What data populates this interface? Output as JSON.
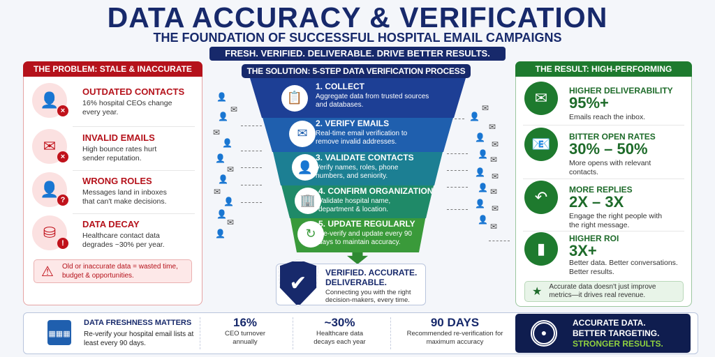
{
  "header": {
    "title": "DATA ACCURACY & VERIFICATION",
    "subtitle": "THE FOUNDATION OF SUCCESSFUL HOSPITAL EMAIL CAMPAIGNS",
    "banner": "FRESH. VERIFIED. DELIVERABLE. DRIVE BETTER RESULTS."
  },
  "problem": {
    "heading": "THE PROBLEM: STALE & INACCURATE DATA",
    "items": [
      {
        "icon": "user-x-icon",
        "title": "OUTDATED CONTACTS",
        "desc": "16% hospital CEOs change every year."
      },
      {
        "icon": "mail-x-icon",
        "title": "INVALID EMAILS",
        "desc": "High bounce rates hurt sender reputation."
      },
      {
        "icon": "user-question-icon",
        "title": "WRONG ROLES",
        "desc": "Messages land in inboxes that can't make decisions."
      },
      {
        "icon": "database-warning-icon",
        "title": "DATA DECAY",
        "desc": "Healthcare contact data degrades ~30% per year."
      }
    ],
    "warning": "Old or inaccurate data = wasted time, budget & opportunities."
  },
  "solution": {
    "heading": "THE SOLUTION: 5-STEP DATA VERIFICATION PROCESS",
    "steps": [
      {
        "icon": "clipboard-icon",
        "title": "1. COLLECT",
        "desc": "Aggregate data from trusted sources and databases.",
        "color": "#1d3f95"
      },
      {
        "icon": "mail-check-icon",
        "title": "2. VERIFY EMAILS",
        "desc": "Real-time email verification to remove invalid addresses.",
        "color": "#1f5fae"
      },
      {
        "icon": "user-check-icon",
        "title": "3. VALIDATE CONTACTS",
        "desc": "Verify names, roles, phone numbers, and seniority.",
        "color": "#1c7f93"
      },
      {
        "icon": "building-check-icon",
        "title": "4. CONFIRM ORGANIZATION",
        "desc": "Validate hospital name, department & location.",
        "color": "#1f8a68"
      },
      {
        "icon": "refresh-icon",
        "title": "5. UPDATE REGULARLY",
        "desc": "Re-verify and update every 90 days to maintain accuracy.",
        "color": "#3a9a3a"
      }
    ],
    "result_title": "VERIFIED. ACCURATE. DELIVERABLE.",
    "result_desc": "Connecting you with the right decision-makers, every time."
  },
  "result": {
    "heading": "THE RESULT: HIGH-PERFORMING CAMPAIGNS",
    "items": [
      {
        "icon": "mail-icon",
        "title": "HIGHER DELIVERABILITY",
        "value": "95%+",
        "desc": "Emails reach the inbox."
      },
      {
        "icon": "open-mail-icon",
        "title": "BITTER OPEN RATES",
        "value": "30% – 50%",
        "desc": "More opens with relevant contacts."
      },
      {
        "icon": "reply-icon",
        "title": "MORE REPLIES",
        "value": "2X – 3X",
        "desc": "Engage the right people with the right message."
      },
      {
        "icon": "bar-chart-icon",
        "title": "HIGHER ROI",
        "value": "3X+",
        "desc": "Better data. Better conversations. Better results."
      }
    ],
    "note": "Accurate data doesn't just improve metrics—it drives real revenue."
  },
  "footer": {
    "fresh_title": "DATA FRESHNESS MATTERS",
    "fresh_desc": "Re-verify your hospital email lists at least every 90 days.",
    "stats": [
      {
        "value": "16%",
        "label": "CEO turnover annually"
      },
      {
        "value": "~30%",
        "label": "Healthcare data decays each year"
      },
      {
        "value": "90 DAYS",
        "label": "Recommended re-verification for maximum accuracy"
      }
    ],
    "cta": {
      "line1": "ACCURATE DATA.",
      "line2": "BETTER TARGETING.",
      "line3": "STRONGER RESULTS."
    }
  },
  "colors": {
    "navy": "#17296b",
    "red": "#b5121b",
    "green": "#1e7a2e",
    "accent_green": "#8fd13f"
  }
}
